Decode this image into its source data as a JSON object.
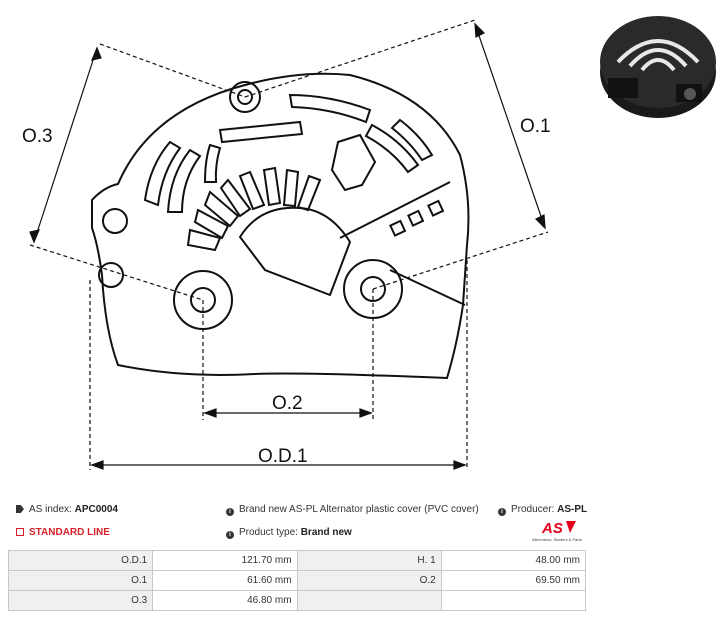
{
  "drawing": {
    "labels": {
      "o3": "O.3",
      "o1": "O.1",
      "o2": "O.2",
      "od1": "O.D.1"
    }
  },
  "info": {
    "as_index_label": "AS index:",
    "as_index_value": "APC0004",
    "standard_line": "STANDARD LINE",
    "description": "Brand new AS-PL Alternator plastic cover (PVC cover)",
    "product_type_label": "Product type:",
    "product_type_value": "Brand new",
    "producer_label": "Producer:",
    "producer_value": "AS-PL"
  },
  "logo": {
    "text": "AS",
    "tagline": "Alternators, Starters & Parts",
    "color": "#e2001a"
  },
  "specs": [
    {
      "label1": "O.D.1",
      "value1": "121.70 mm",
      "label2": "H. 1",
      "value2": "48.00 mm"
    },
    {
      "label1": "O.1",
      "value1": "61.60 mm",
      "label2": "O.2",
      "value2": "69.50 mm"
    },
    {
      "label1": "O.3",
      "value1": "46.80 mm",
      "label2": "",
      "value2": ""
    }
  ]
}
